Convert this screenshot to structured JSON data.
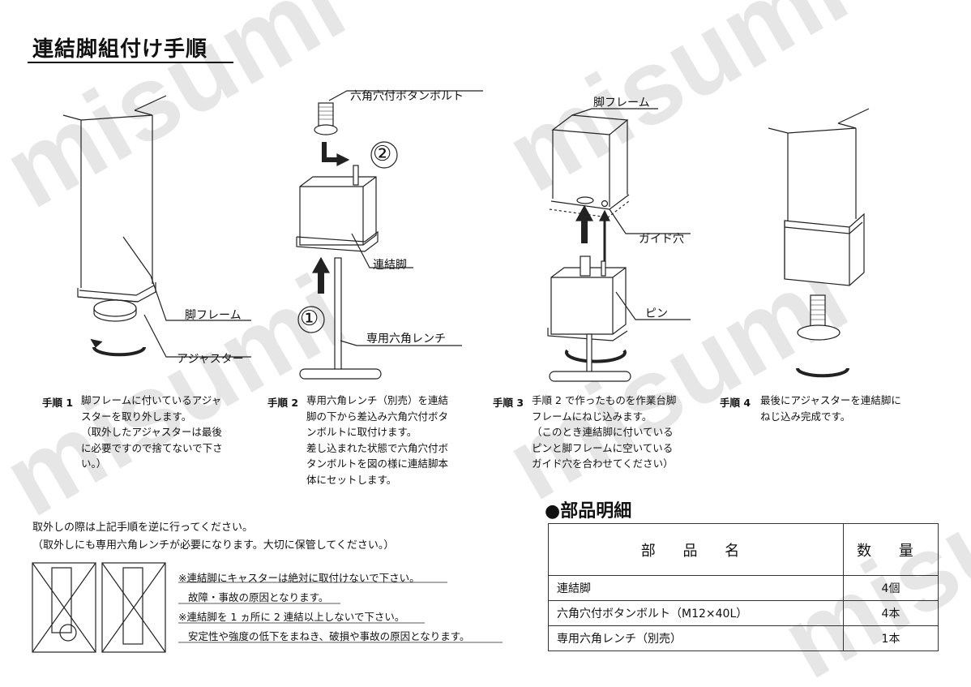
{
  "title": "連結脚組付け手順",
  "labels": {
    "hex_bolt": "六角穴付ボタンボルト",
    "circle2": "②",
    "circle1": "①",
    "connector": "連結脚",
    "wrench": "専用六角レンチ",
    "leg_frame_1": "脚フレーム",
    "adjuster": "アジャスター",
    "leg_frame_3": "脚フレーム",
    "guide_hole": "ガイド穴",
    "pin": "ピン"
  },
  "steps": [
    {
      "head": "手順 1",
      "body": "脚フレームに付いているアジャ\nスターを取り外します。\n（取外したアジャスターは最後\nに必要ですので捨てないで下さ\nい。）"
    },
    {
      "head": "手順 2",
      "body": "専用六角レンチ（別売）を連結\n脚の下から差込み六角穴付ボタ\nンボルトに取付けます。\n差し込まれた状態で六角穴付ボ\nタンボルトを図の様に連結脚本\n体にセットします。"
    },
    {
      "head": "手順 3",
      "body": "手順 2 で作ったものを作業台脚\nフレームにねじ込みます。\n（このとき連結脚に付いている\nピンと脚フレームに空いている\nガイド穴を合わせてください）"
    },
    {
      "head": "手順 4",
      "body": "最後にアジャスターを連結脚に\nねじ込み完成です。"
    }
  ],
  "notes": {
    "line1": "取外しの際は上記手順を逆に行ってください。",
    "line2": "（取外しにも専用六角レンチが必要になります。大切に保管してください。）"
  },
  "warnings": {
    "w1": "※連結脚にキャスターは絶対に取付けないで下さい。",
    "w1b": "故障・事故の原因となります。",
    "w2": "※連結脚を 1 ヵ所に 2 連結以上しないで下さい。",
    "w2b": "安定性や強度の低下をまねき、破損や事故の原因となります。"
  },
  "parts": {
    "title": "●部品明細",
    "headers": [
      "部 品 名",
      "数 量"
    ],
    "rows": [
      {
        "name": "連結脚",
        "qty": "4個"
      },
      {
        "name": "六角穴付ボタンボルト（M12×40L）",
        "qty": "4本"
      },
      {
        "name": "専用六角レンチ（別売）",
        "qty": "1本"
      }
    ]
  },
  "watermark": "misumi"
}
